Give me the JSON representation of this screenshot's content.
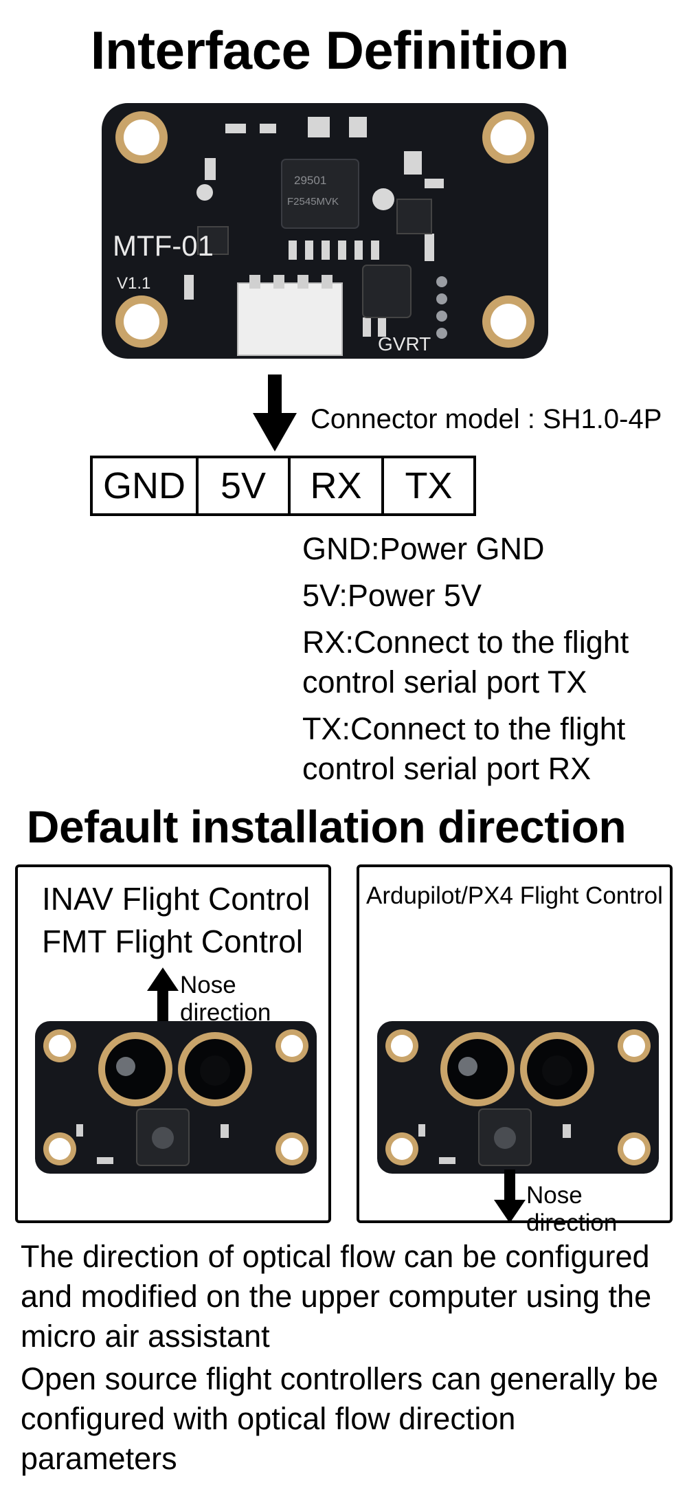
{
  "header": {
    "title": "Interface Definition"
  },
  "board": {
    "model": "MTF-01",
    "version": "V1.1",
    "chip_line1": "29501",
    "chip_line2": "F2545MVK",
    "brand": "GVRT"
  },
  "connector": {
    "label": "Connector model : SH1.0-4P"
  },
  "pins": [
    {
      "name": "GND"
    },
    {
      "name": "5V"
    },
    {
      "name": "RX"
    },
    {
      "name": "TX"
    }
  ],
  "pin_descriptions": [
    {
      "lines": [
        "GND:Power GND"
      ]
    },
    {
      "lines": [
        "5V:Power 5V"
      ]
    },
    {
      "lines": [
        "RX:Connect to the flight",
        "control serial port TX"
      ]
    },
    {
      "lines": [
        "TX:Connect to the flight",
        "control serial port RX"
      ]
    }
  ],
  "installation": {
    "title": "Default installation direction",
    "left_panel": {
      "title_lines": [
        "INAV Flight Control",
        "FMT Flight Control"
      ],
      "nose_label": "Nose direction",
      "nose_dir": "up"
    },
    "right_panel": {
      "title": "Ardupilot/PX4 Flight Control",
      "nose_label": "Nose direction",
      "nose_dir": "down"
    }
  },
  "notes": [
    {
      "lines": [
        "The direction of optical flow can be configured",
        "and modified on the upper computer using the",
        "micro air assistant"
      ]
    },
    {
      "lines": [
        "Open source flight controllers can generally be",
        "configured with optical flow direction",
        "parameters"
      ]
    }
  ],
  "colors": {
    "pcb": "#15171c",
    "pad_gold": "#c9a46a",
    "text": "#000000"
  }
}
